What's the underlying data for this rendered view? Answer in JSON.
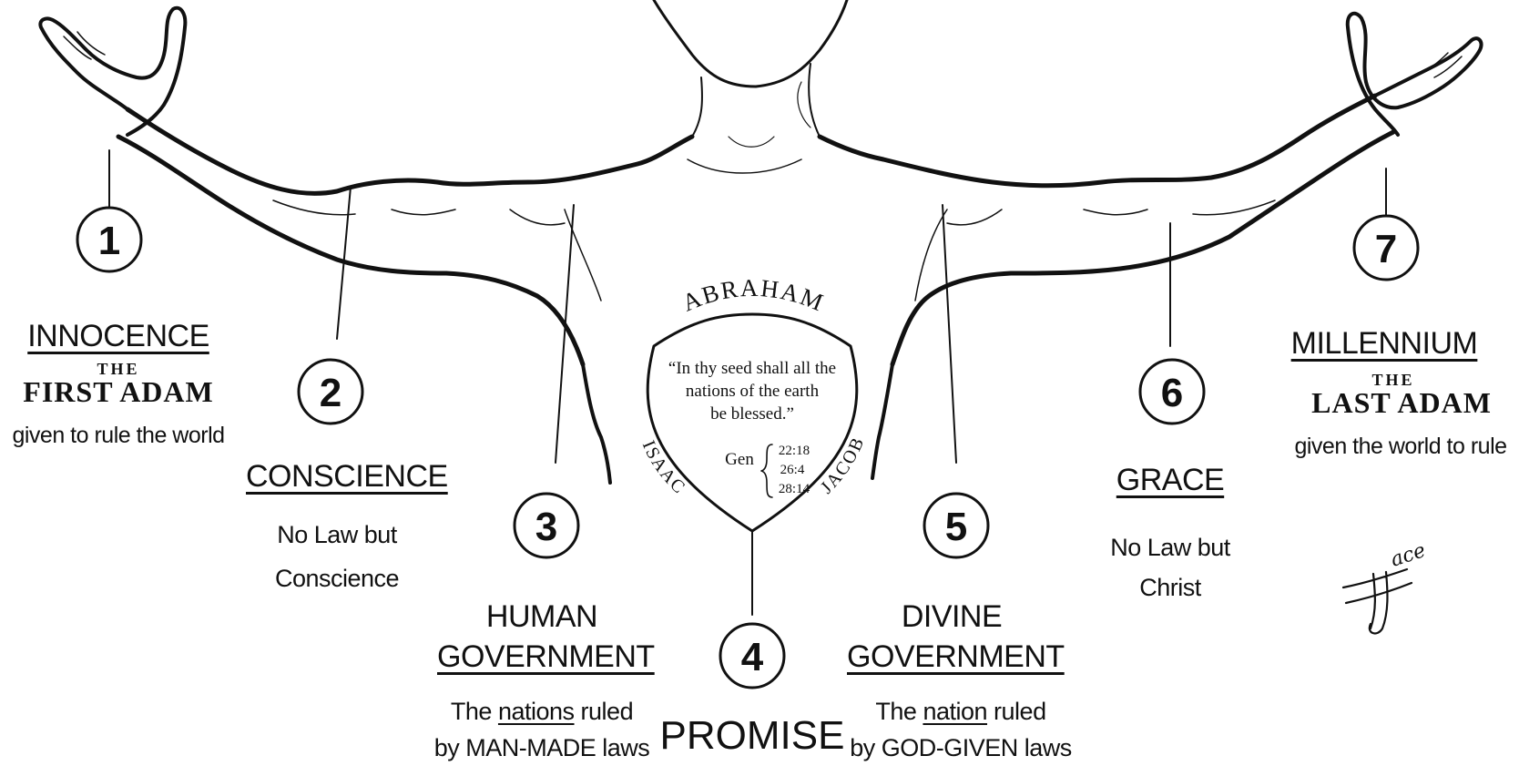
{
  "dispensations": [
    {
      "number": "1",
      "name": "INNOCENCE",
      "the": "THE",
      "adam": "FIRST ADAM",
      "desc1": "given to rule the world",
      "desc2": ""
    },
    {
      "number": "2",
      "name": "CONSCIENCE",
      "desc1": "No Law but",
      "desc2": "Conscience"
    },
    {
      "number": "3",
      "name1": "HUMAN",
      "name2": "GOVERNMENT",
      "desc1_pre": "The",
      "desc1_ul": "nations",
      "desc1_post": "ruled",
      "desc2": "by MAN-MADE laws"
    },
    {
      "number": "4",
      "name": "PROMISE"
    },
    {
      "number": "5",
      "name1": "DIVINE",
      "name2": "GOVERNMENT",
      "desc1_pre": "The",
      "desc1_ul": "nation",
      "desc1_post": "ruled",
      "desc2": "by GOD-GIVEN laws"
    },
    {
      "number": "6",
      "name": "GRACE",
      "desc1": "No Law but",
      "desc2": "Christ"
    },
    {
      "number": "7",
      "name": "MILLENNIUM",
      "the": "THE",
      "adam": "LAST ADAM",
      "desc1": "given the world to rule"
    }
  ],
  "shield": {
    "top_name": "ABRAHAM",
    "left_name": "ISAAC",
    "right_name": "JACOB",
    "quote1": "“In thy seed shall all the",
    "quote2": "nations of the earth",
    "quote3": "be blessed.”",
    "ref_label": "Gen",
    "refs": [
      "22:18",
      "26:4",
      "28:14"
    ]
  },
  "signature": "ace"
}
